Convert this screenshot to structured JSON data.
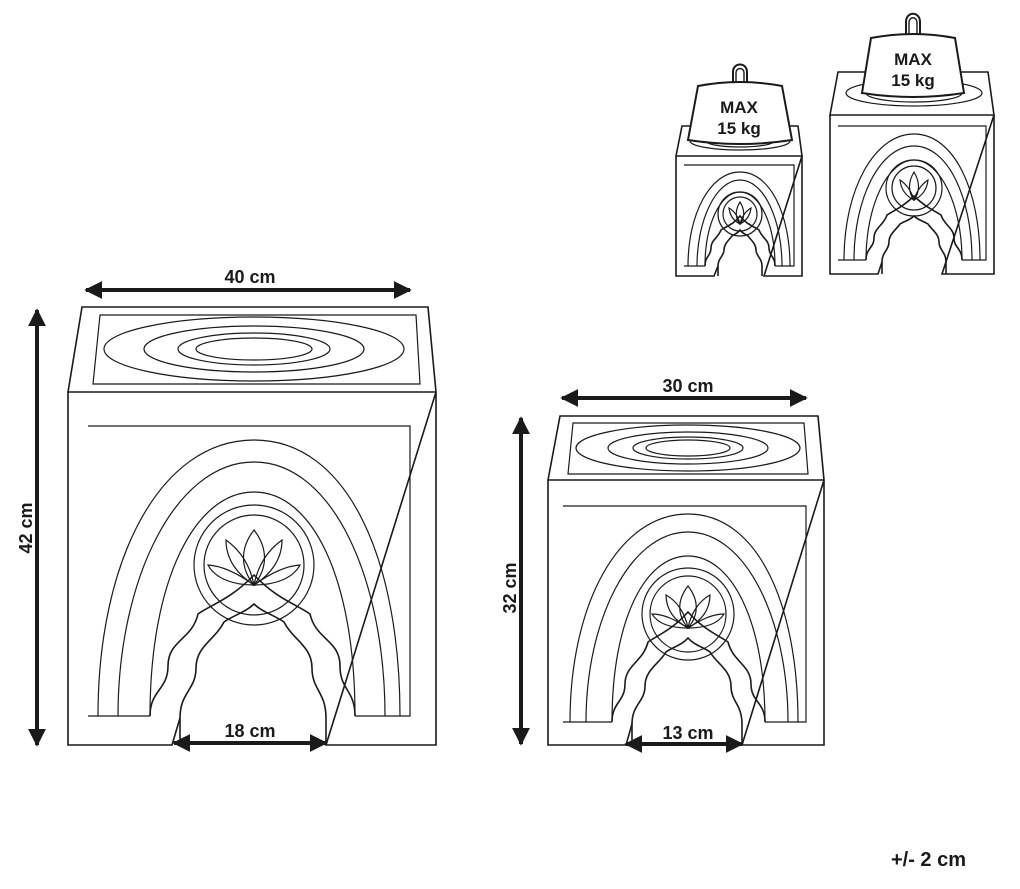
{
  "large_table": {
    "width_label": "40 cm",
    "height_label": "42 cm",
    "opening_label": "18 cm"
  },
  "small_table": {
    "width_label": "30 cm",
    "height_label": "32 cm",
    "opening_label": "13 cm"
  },
  "load_weights": [
    {
      "line1": "MAX",
      "line2": "15 kg"
    },
    {
      "line1": "MAX",
      "line2": "15 kg"
    }
  ],
  "tolerance_label": "+/- 2 cm",
  "colors": {
    "ink": "#1a1a1a",
    "background": "#ffffff"
  }
}
